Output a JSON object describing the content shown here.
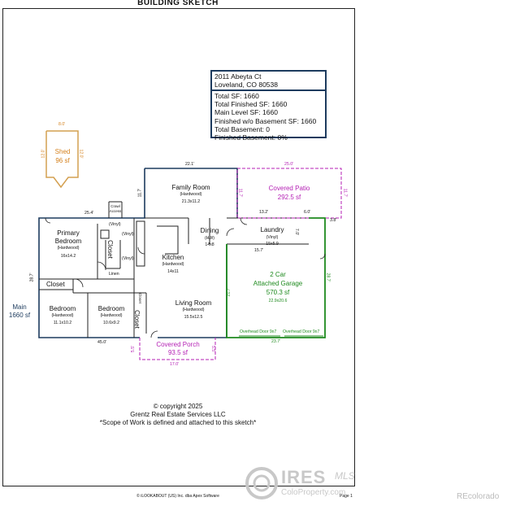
{
  "title": "BUILDING SKETCH",
  "info": {
    "address_line1": "2011 Abeyta Ct",
    "address_line2": "Loveland, CO 80538",
    "total_sf": "Total SF: 1660",
    "total_finished": "Total Finished SF: 1660",
    "main_level": "Main Level SF: 1660",
    "finished_wo_basement": "Finished w/o Basement SF: 1660",
    "total_basement": "Total Basement: 0",
    "finished_basement": "Finished Basement: 0%"
  },
  "areas": {
    "shed": {
      "name": "Shed",
      "sf": "96 sf",
      "dim_w": "8.0'",
      "dim_l": "12.0'",
      "dim_r": "12.0'"
    },
    "main": {
      "name": "Main",
      "sf": "1660 sf"
    },
    "covered_patio": {
      "name": "Covered Patio",
      "sf": "292.5 sf"
    },
    "covered_porch": {
      "name": "Covered Porch",
      "sf": "93.5 sf"
    },
    "garage": {
      "name_line1": "2 Car",
      "name_line2": "Attached Garage",
      "sf": "570.3 sf",
      "dims": "22.9x20.6"
    }
  },
  "rooms": {
    "family_room": {
      "name": "Family Room",
      "floor": "(Hardwood)",
      "dims": "21.3x11.2"
    },
    "primary_bedroom": {
      "name_line1": "Primary",
      "name_line2": "Bedroom",
      "floor": "(Hardwood)",
      "dims": "16x14.2"
    },
    "kitchen": {
      "name": "Kitchen",
      "floor": "(Hardwood)",
      "dims": "14x11"
    },
    "dining": {
      "name": "Dining",
      "floor": "(HW)",
      "dims": "14x8"
    },
    "laundry": {
      "name": "Laundry",
      "floor": "(Vinyl)",
      "dims": "15x5.9"
    },
    "bedroom1": {
      "name": "Bedroom",
      "floor": "(Hardwood)",
      "dims": "11.1x10.2"
    },
    "bedroom2": {
      "name": "Bedroom",
      "floor": "(Hardwood)",
      "dims": "10.6x9.2"
    },
    "living_room": {
      "name": "Living Room",
      "floor": "(Hardwood)",
      "dims": "15.5x12.5"
    },
    "closet_primary": "Closet",
    "closet_left": "Closet",
    "closet_hall": "Closet",
    "crawl": "Crawl Access",
    "linen": "Linen",
    "vinyl1": "(Vinyl)",
    "vinyl2": "(Vinyl)",
    "vinyl3": "(Vinyl)",
    "closet_small": "Closet"
  },
  "dimensions": {
    "family_top": "22.1'",
    "patio_top": "25.0'",
    "family_left": "11.7'",
    "patio_left": "11.7'",
    "patio_right": "11.7'",
    "main_top": "25.4'",
    "main_left": "28.7'",
    "main_bottom": "45.0'",
    "laundry_top1": "13.2'",
    "laundry_top2": "6.0'",
    "garage_corner": "3.8'",
    "laundry_side": "7.0'",
    "laundry_bottom": "15.7'",
    "garage_left": "21.7'",
    "garage_right": "28.7'",
    "garage_bottom": "23.7'",
    "porch_left": "5.5'",
    "porch_right": "5.5'",
    "porch_bottom": "17.0'",
    "overhead_door1": "Overhead Door 9x7",
    "overhead_door2": "Overhead Door 9x7"
  },
  "footer": {
    "copyright": "© copyright 2025",
    "company": "Grentz Real Estate Services LLC",
    "scope": "*Scope of Work is defined and attached to this sketch*",
    "software": "© iLOOKABOUT (US) Inc. dba Apex Software",
    "page": "Page 1"
  },
  "watermark": {
    "ires": "IRES",
    "mls": "MLS",
    "site": "ColoProperty.com",
    "brand": "REcolorado"
  },
  "colors": {
    "main_outline": "#1d3b5e",
    "patio": "#b41fb4",
    "garage": "#1e8a1e",
    "shed": "#d4a050",
    "shed_text": "#d4801c"
  }
}
